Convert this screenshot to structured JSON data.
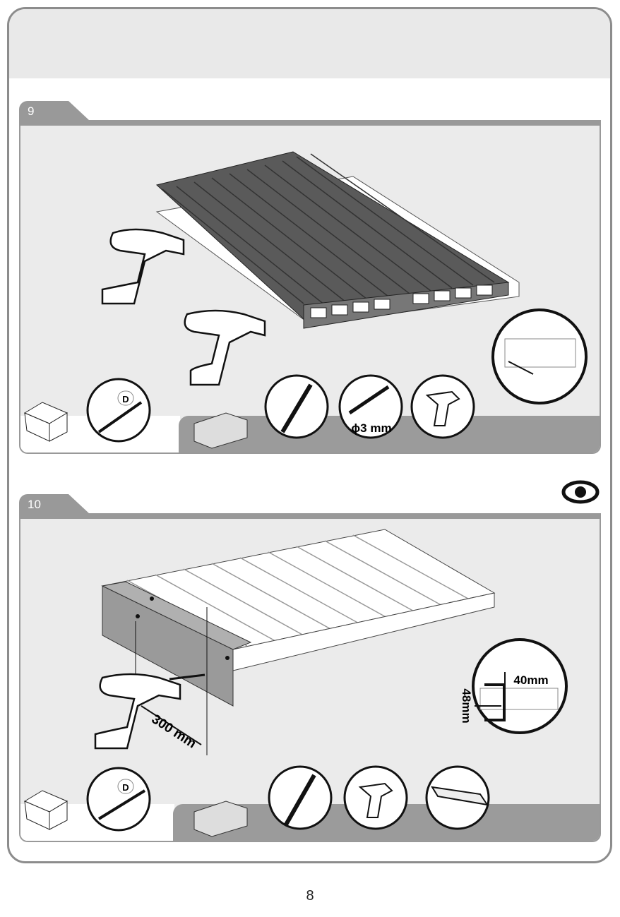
{
  "steps": [
    {
      "number": "9",
      "tools": {
        "screw_label": "D",
        "drill_bit_label": "ϕ3 mm"
      }
    },
    {
      "number": "10",
      "tools": {
        "screw_label": "D"
      },
      "dimensions": {
        "spacing": "300 mm",
        "width": "40mm",
        "height": "48mm"
      }
    }
  ],
  "icons": [
    "box-icon",
    "screw-icon",
    "clip-icon",
    "screwdriver-bit-icon",
    "drill-bit-icon",
    "drill-icon",
    "angle-profile-icon",
    "eye-icon"
  ],
  "page_number": "8"
}
